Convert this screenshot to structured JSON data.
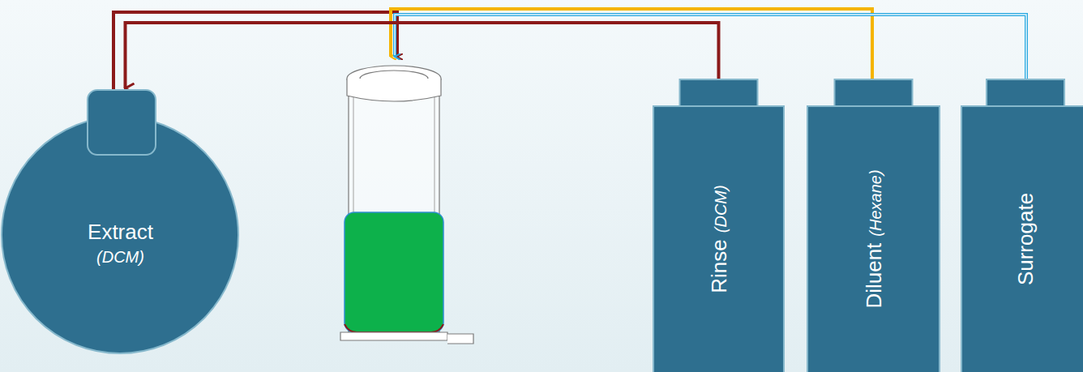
{
  "diagram": {
    "nodes": [
      {
        "text": [
          "Extract",
          "(DCM)"
        ]
      },
      {
        "text": [
          "Rinse",
          "(DCM)"
        ]
      },
      {
        "text": [
          "Diluent",
          "(Hexane)"
        ]
      },
      {
        "text": [
          "Surrogate"
        ]
      }
    ],
    "edges": [
      {
        "from": 1,
        "to": 0,
        "arrow": "to"
      }
    ]
  }
}
